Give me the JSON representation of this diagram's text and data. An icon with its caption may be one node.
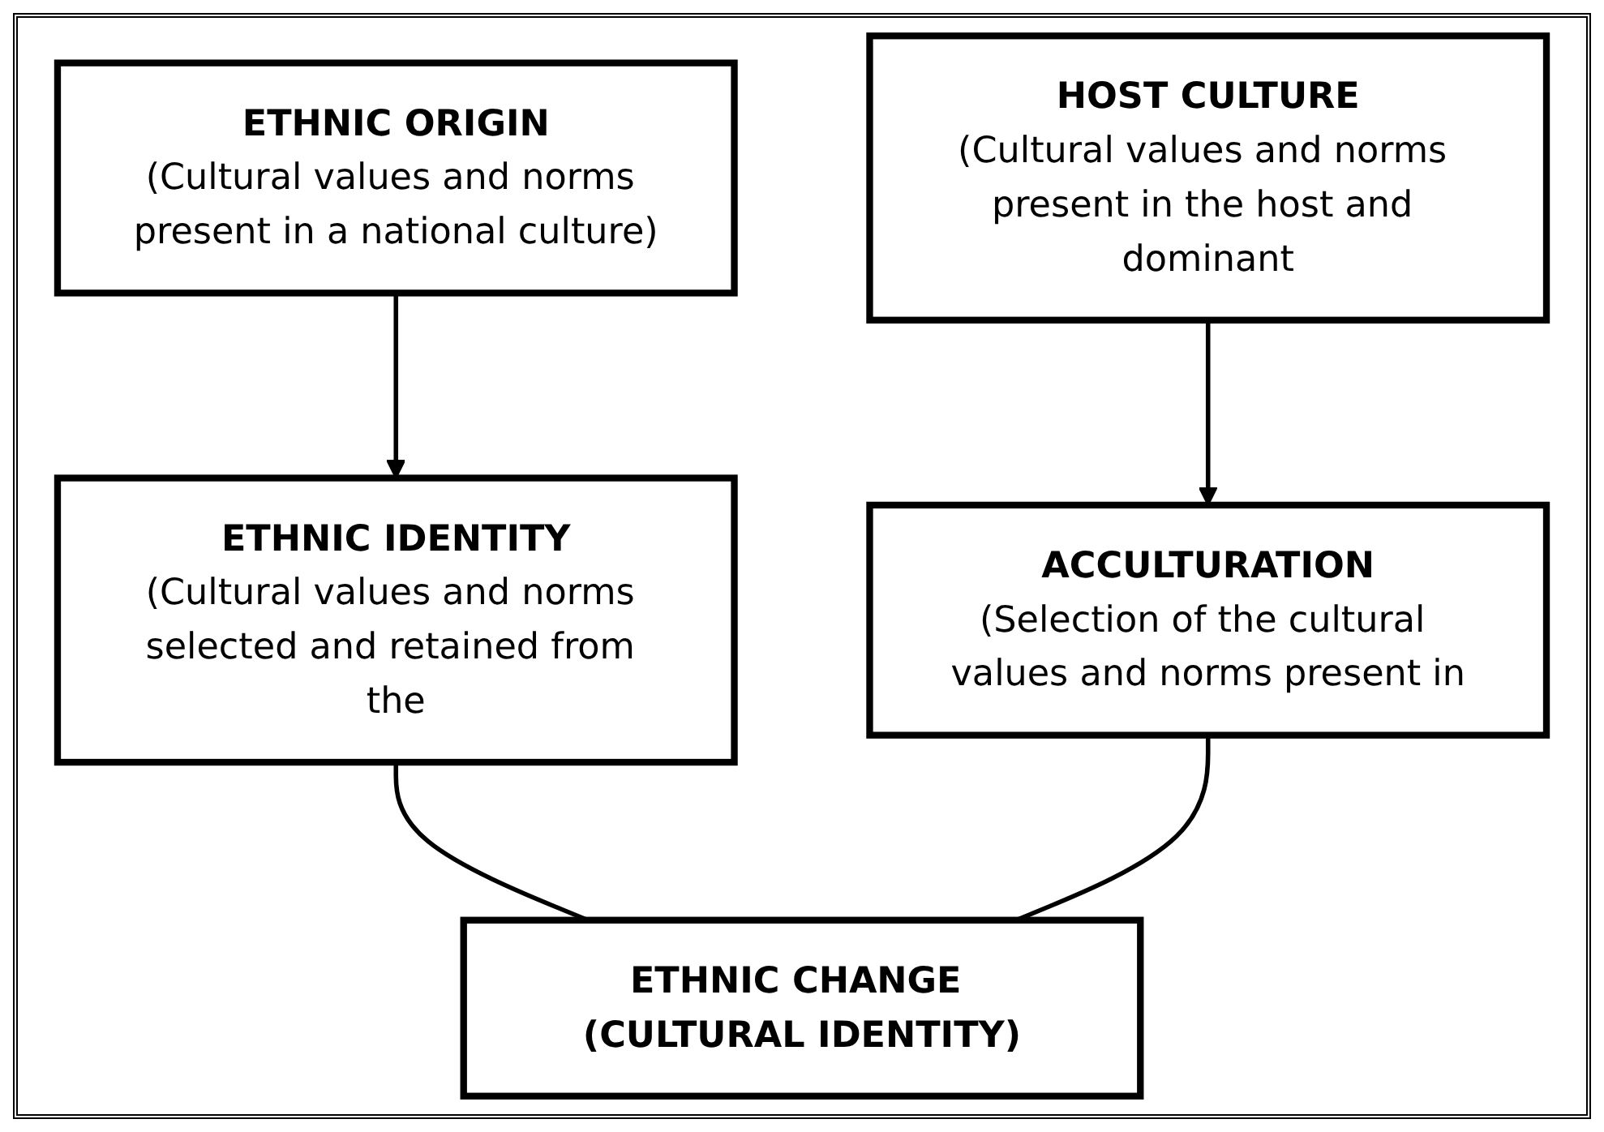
{
  "diagram": {
    "nodes": [
      {
        "text": [
          "ETHNIC ORIGIN",
          "(Cultural values and norms present in a national culture)"
        ]
      },
      {
        "text": [
          "HOST CULTURE",
          "(Cultural values and norms present in the host and dominant"
        ]
      },
      {
        "text": [
          "ETHNIC IDENTITY",
          "(Cultural values and norms selected and retained from the"
        ]
      },
      {
        "text": [
          "ACCULTURATION",
          "(Selection of the cultural values and norms present in"
        ]
      },
      {
        "text": [
          "ETHNIC CHANGE (CULTURAL IDENTITY)"
        ]
      }
    ],
    "edges": [
      {
        "from": 0,
        "to": 2,
        "arrow": "to"
      },
      {
        "from": 1,
        "to": 3,
        "arrow": "to"
      },
      {
        "from": 2,
        "to": 4,
        "arrow": "none"
      },
      {
        "from": 3,
        "to": 4,
        "arrow": "none"
      }
    ]
  }
}
